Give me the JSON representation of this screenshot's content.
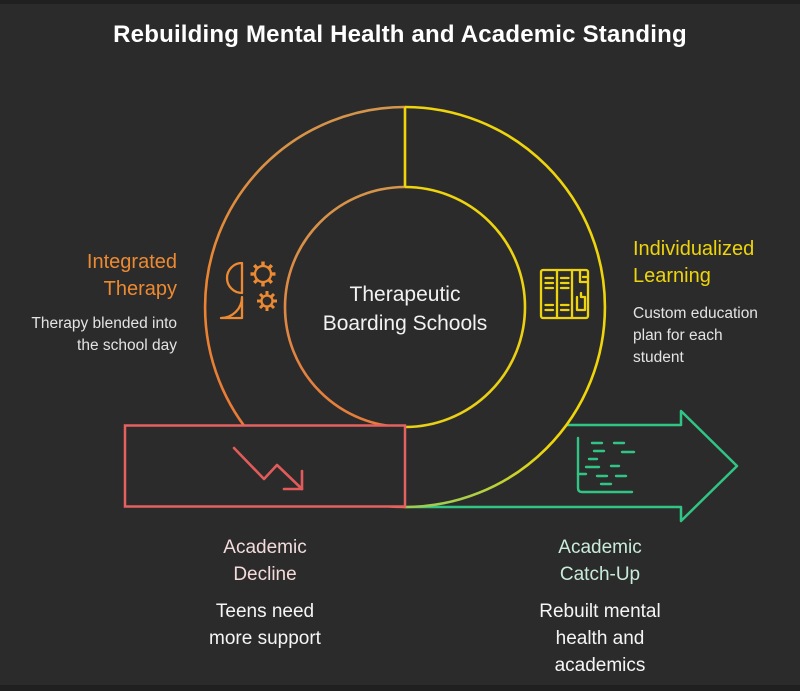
{
  "title": "Rebuilding Mental Health and Academic Standing",
  "center": {
    "label": "Therapeutic\nBoarding Schools"
  },
  "sections": {
    "integrated_therapy": {
      "heading": "Integrated\nTherapy",
      "description": "Therapy blended into\nthe school day",
      "heading_color": "#ec8a33",
      "icon": "person-gears-icon"
    },
    "individualized_learning": {
      "heading": "Individualized\nLearning",
      "description": "Custom education\nplan for each\nstudent",
      "heading_color": "#eed40c",
      "icon": "education-plan-icon"
    },
    "academic_decline": {
      "heading": "Academic\nDecline",
      "description": "Teens need\nmore support",
      "heading_color": "#f3dbdb",
      "shape_color": "#e56161",
      "icon": "decline-arrow-icon"
    },
    "academic_catch_up": {
      "heading": "Academic\nCatch-Up",
      "description": "Rebuilt mental\nhealth and\nacademics",
      "heading_color": "#c9ecda",
      "shape_color": "#30c584",
      "icon": "progress-chart-icon"
    }
  },
  "colors": {
    "background": "#2b2b2b",
    "title_text": "#ffffff",
    "body_text": "#e3e3e3",
    "ring_orange": "#ec8430",
    "ring_yellow": "#efd60a",
    "decline_red": "#e56161",
    "catchup_green": "#30c584"
  }
}
